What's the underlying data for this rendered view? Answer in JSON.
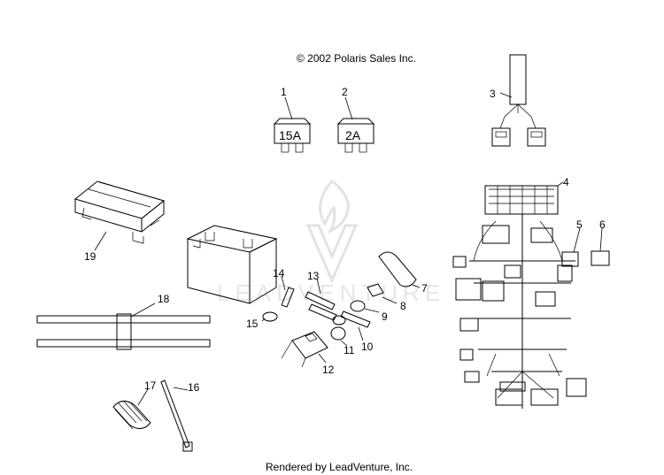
{
  "header": {
    "copyright": "© 2002 Polaris Sales Inc."
  },
  "footer": {
    "rendered_by": "Rendered by LeadVenture, Inc."
  },
  "watermark": {
    "text": "LEADVENTURE"
  },
  "fuses": {
    "fuse_1": "15A",
    "fuse_2": "2A"
  },
  "callouts": [
    "1",
    "2",
    "3",
    "4",
    "5",
    "6",
    "7",
    "8",
    "9",
    "10",
    "11",
    "12",
    "13",
    "14",
    "15",
    "16",
    "17",
    "18",
    "19"
  ]
}
